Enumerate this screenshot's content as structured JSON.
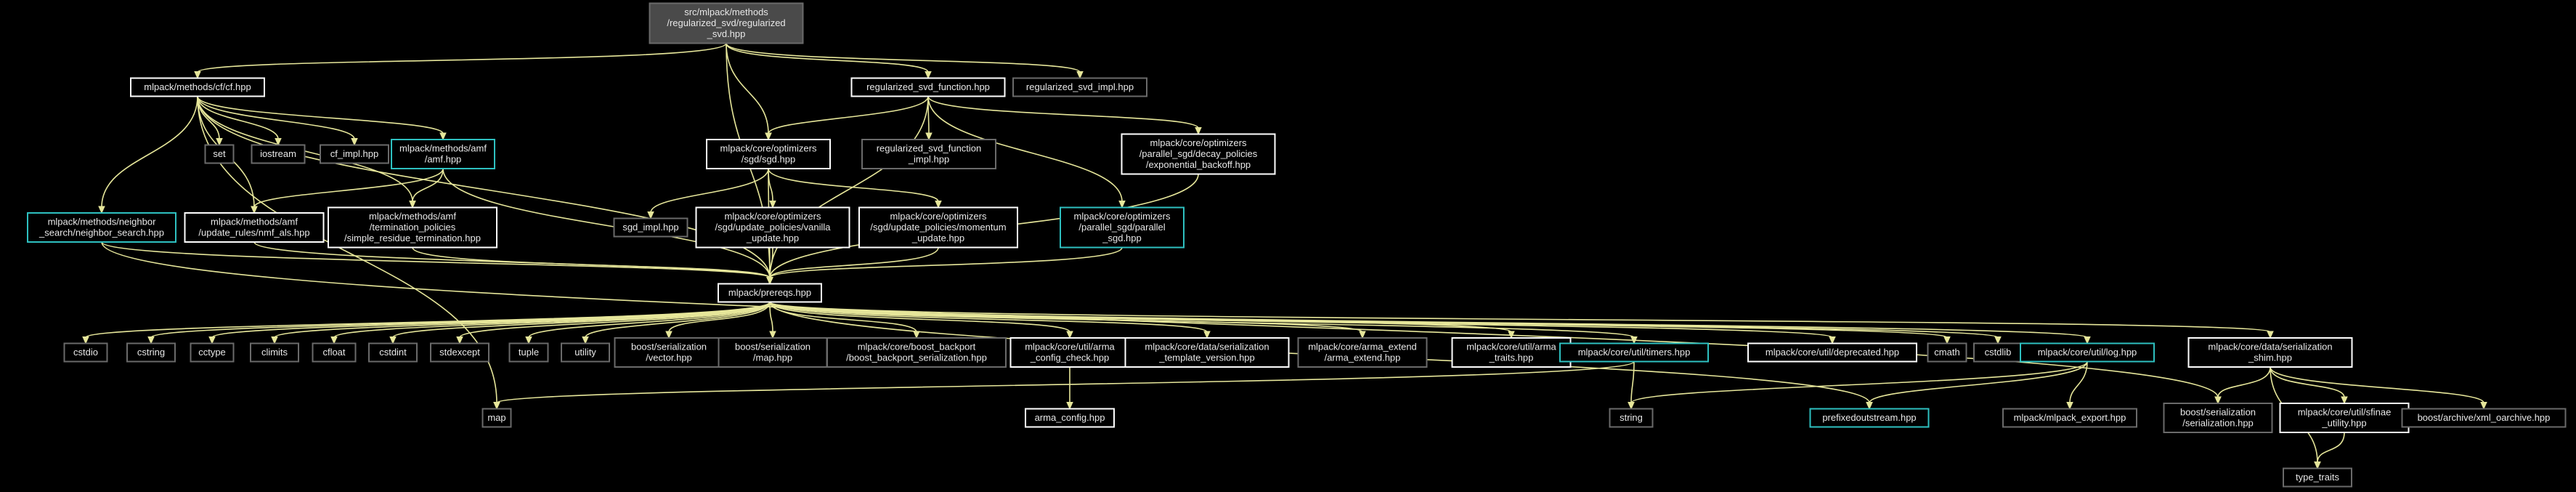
{
  "colors": {
    "background": "#000000",
    "edge": "#e6e69a",
    "border_white": "#ffffff",
    "border_grey": "#6a6a6a",
    "border_teal": "#2ec0c0",
    "root_fill": "#4a4a4a",
    "text": "#e8e8e8"
  },
  "nodes": [
    {
      "id": "root",
      "lines": [
        "src/mlpack/methods",
        "/regularized_svd/regularized",
        "_svd.hpp"
      ],
      "style": "root"
    },
    {
      "id": "cf",
      "lines": [
        "mlpack/methods/cf/cf.hpp"
      ],
      "style": "white"
    },
    {
      "id": "rsvdfun",
      "lines": [
        "regularized_svd_function.hpp"
      ],
      "style": "white"
    },
    {
      "id": "rsvdimpl",
      "lines": [
        "regularized_svd_impl.hpp"
      ],
      "style": "grey"
    },
    {
      "id": "set",
      "lines": [
        "set"
      ],
      "style": "grey"
    },
    {
      "id": "iostream",
      "lines": [
        "iostream"
      ],
      "style": "grey"
    },
    {
      "id": "cfimpl",
      "lines": [
        "cf_impl.hpp"
      ],
      "style": "grey"
    },
    {
      "id": "amf",
      "lines": [
        "mlpack/methods/amf",
        "/amf.hpp"
      ],
      "style": "teal"
    },
    {
      "id": "sgd",
      "lines": [
        "mlpack/core/optimizers",
        "/sgd/sgd.hpp"
      ],
      "style": "white"
    },
    {
      "id": "rsvdfunimpl",
      "lines": [
        "regularized_svd_function",
        "_impl.hpp"
      ],
      "style": "grey"
    },
    {
      "id": "expbackoff",
      "lines": [
        "mlpack/core/optimizers",
        "/parallel_sgd/decay_policies",
        "/exponential_backoff.hpp"
      ],
      "style": "white"
    },
    {
      "id": "ns",
      "lines": [
        "mlpack/methods/neighbor",
        "_search/neighbor_search.hpp"
      ],
      "style": "teal"
    },
    {
      "id": "nmfals",
      "lines": [
        "mlpack/methods/amf",
        "/update_rules/nmf_als.hpp"
      ],
      "style": "white"
    },
    {
      "id": "srt",
      "lines": [
        "mlpack/methods/amf",
        "/termination_policies",
        "/simple_residue_termination.hpp"
      ],
      "style": "white"
    },
    {
      "id": "sgdimpl",
      "lines": [
        "sgd_impl.hpp"
      ],
      "style": "grey"
    },
    {
      "id": "vanilla",
      "lines": [
        "mlpack/core/optimizers",
        "/sgd/update_policies/vanilla",
        "_update.hpp"
      ],
      "style": "white"
    },
    {
      "id": "momentum",
      "lines": [
        "mlpack/core/optimizers",
        "/sgd/update_policies/momentum",
        "_update.hpp"
      ],
      "style": "white"
    },
    {
      "id": "parsgd",
      "lines": [
        "mlpack/core/optimizers",
        "/parallel_sgd/parallel",
        "_sgd.hpp"
      ],
      "style": "teal"
    },
    {
      "id": "prereqs",
      "lines": [
        "mlpack/prereqs.hpp"
      ],
      "style": "white"
    },
    {
      "id": "cstdio",
      "lines": [
        "cstdio"
      ],
      "style": "grey"
    },
    {
      "id": "cstring",
      "lines": [
        "cstring"
      ],
      "style": "grey"
    },
    {
      "id": "cctype",
      "lines": [
        "cctype"
      ],
      "style": "grey"
    },
    {
      "id": "climits",
      "lines": [
        "climits"
      ],
      "style": "grey"
    },
    {
      "id": "cfloat",
      "lines": [
        "cfloat"
      ],
      "style": "grey"
    },
    {
      "id": "cstdint",
      "lines": [
        "cstdint"
      ],
      "style": "grey"
    },
    {
      "id": "stdexcept",
      "lines": [
        "stdexcept"
      ],
      "style": "grey"
    },
    {
      "id": "tuple",
      "lines": [
        "tuple"
      ],
      "style": "grey"
    },
    {
      "id": "utility",
      "lines": [
        "utility"
      ],
      "style": "grey"
    },
    {
      "id": "bsvector",
      "lines": [
        "boost/serialization",
        "/vector.hpp"
      ],
      "style": "grey"
    },
    {
      "id": "bsmap",
      "lines": [
        "boost/serialization",
        "/map.hpp"
      ],
      "style": "grey"
    },
    {
      "id": "backport",
      "lines": [
        "mlpack/core/boost_backport",
        "/boost_backport_serialization.hpp"
      ],
      "style": "grey"
    },
    {
      "id": "armacfg",
      "lines": [
        "mlpack/core/util/arma",
        "_config_check.hpp"
      ],
      "style": "white"
    },
    {
      "id": "tmplver",
      "lines": [
        "mlpack/core/data/serialization",
        "_template_version.hpp"
      ],
      "style": "white"
    },
    {
      "id": "armaext",
      "lines": [
        "mlpack/core/arma_extend",
        "/arma_extend.hpp"
      ],
      "style": "grey"
    },
    {
      "id": "armatraits",
      "lines": [
        "mlpack/core/util/arma",
        "_traits.hpp"
      ],
      "style": "white"
    },
    {
      "id": "timers",
      "lines": [
        "mlpack/core/util/timers.hpp"
      ],
      "style": "teal"
    },
    {
      "id": "deprecated",
      "lines": [
        "mlpack/core/util/deprecated.hpp"
      ],
      "style": "white"
    },
    {
      "id": "cmath",
      "lines": [
        "cmath"
      ],
      "style": "grey"
    },
    {
      "id": "cstdlib",
      "lines": [
        "cstdlib"
      ],
      "style": "grey"
    },
    {
      "id": "log",
      "lines": [
        "mlpack/core/util/log.hpp"
      ],
      "style": "teal"
    },
    {
      "id": "sershim",
      "lines": [
        "mlpack/core/data/serialization",
        "_shim.hpp"
      ],
      "style": "white"
    },
    {
      "id": "map",
      "lines": [
        "map"
      ],
      "style": "grey"
    },
    {
      "id": "armaconfig",
      "lines": [
        "arma_config.hpp"
      ],
      "style": "white"
    },
    {
      "id": "string",
      "lines": [
        "string"
      ],
      "style": "grey"
    },
    {
      "id": "prefixed",
      "lines": [
        "prefixedoutstream.hpp"
      ],
      "style": "teal"
    },
    {
      "id": "export",
      "lines": [
        "mlpack/mlpack_export.hpp"
      ],
      "style": "grey"
    },
    {
      "id": "bsser",
      "lines": [
        "boost/serialization",
        "/serialization.hpp"
      ],
      "style": "grey"
    },
    {
      "id": "sfinae",
      "lines": [
        "mlpack/core/util/sfinae",
        "_utility.hpp"
      ],
      "style": "white"
    },
    {
      "id": "xmlo",
      "lines": [
        "boost/archive/xml_oarchive.hpp"
      ],
      "style": "grey"
    },
    {
      "id": "typetraits",
      "lines": [
        "type_traits"
      ],
      "style": "grey"
    }
  ],
  "edges": [
    [
      "root",
      "cf"
    ],
    [
      "root",
      "rsvdfun"
    ],
    [
      "root",
      "rsvdimpl"
    ],
    [
      "root",
      "sgd"
    ],
    [
      "root",
      "prereqs"
    ],
    [
      "cf",
      "set"
    ],
    [
      "cf",
      "iostream"
    ],
    [
      "cf",
      "cfimpl"
    ],
    [
      "cf",
      "amf"
    ],
    [
      "cf",
      "ns"
    ],
    [
      "cf",
      "nmfals"
    ],
    [
      "cf",
      "srt"
    ],
    [
      "cf",
      "prereqs"
    ],
    [
      "cf",
      "map"
    ],
    [
      "rsvdfun",
      "sgd"
    ],
    [
      "rsvdfun",
      "rsvdfunimpl"
    ],
    [
      "rsvdfun",
      "expbackoff"
    ],
    [
      "rsvdfun",
      "parsgd"
    ],
    [
      "rsvdfun",
      "prereqs"
    ],
    [
      "amf",
      "nmfals"
    ],
    [
      "amf",
      "srt"
    ],
    [
      "amf",
      "prereqs"
    ],
    [
      "sgd",
      "sgdimpl"
    ],
    [
      "sgd",
      "vanilla"
    ],
    [
      "sgd",
      "momentum"
    ],
    [
      "sgd",
      "prereqs"
    ],
    [
      "expbackoff",
      "prereqs"
    ],
    [
      "parsgd",
      "prereqs"
    ],
    [
      "vanilla",
      "prereqs"
    ],
    [
      "momentum",
      "prereqs"
    ],
    [
      "ns",
      "prereqs"
    ],
    [
      "ns",
      "bsser"
    ],
    [
      "nmfals",
      "prereqs"
    ],
    [
      "srt",
      "prereqs"
    ],
    [
      "prereqs",
      "cstdio"
    ],
    [
      "prereqs",
      "cstring"
    ],
    [
      "prereqs",
      "cctype"
    ],
    [
      "prereqs",
      "climits"
    ],
    [
      "prereqs",
      "cfloat"
    ],
    [
      "prereqs",
      "cstdint"
    ],
    [
      "prereqs",
      "stdexcept"
    ],
    [
      "prereqs",
      "tuple"
    ],
    [
      "prereqs",
      "utility"
    ],
    [
      "prereqs",
      "bsvector"
    ],
    [
      "prereqs",
      "bsmap"
    ],
    [
      "prereqs",
      "backport"
    ],
    [
      "prereqs",
      "armacfg"
    ],
    [
      "prereqs",
      "tmplver"
    ],
    [
      "prereqs",
      "armaext"
    ],
    [
      "prereqs",
      "armatraits"
    ],
    [
      "prereqs",
      "timers"
    ],
    [
      "prereqs",
      "deprecated"
    ],
    [
      "prereqs",
      "cmath"
    ],
    [
      "prereqs",
      "cstdlib"
    ],
    [
      "prereqs",
      "log"
    ],
    [
      "prereqs",
      "sershim"
    ],
    [
      "prereqs",
      "prefixed"
    ],
    [
      "armacfg",
      "armaconfig"
    ],
    [
      "timers",
      "map"
    ],
    [
      "timers",
      "string"
    ],
    [
      "log",
      "string"
    ],
    [
      "log",
      "prefixed"
    ],
    [
      "log",
      "export"
    ],
    [
      "sershim",
      "bsser"
    ],
    [
      "sershim",
      "sfinae"
    ],
    [
      "sershim",
      "xmlo"
    ],
    [
      "sershim",
      "typetraits"
    ],
    [
      "sfinae",
      "typetraits"
    ]
  ]
}
